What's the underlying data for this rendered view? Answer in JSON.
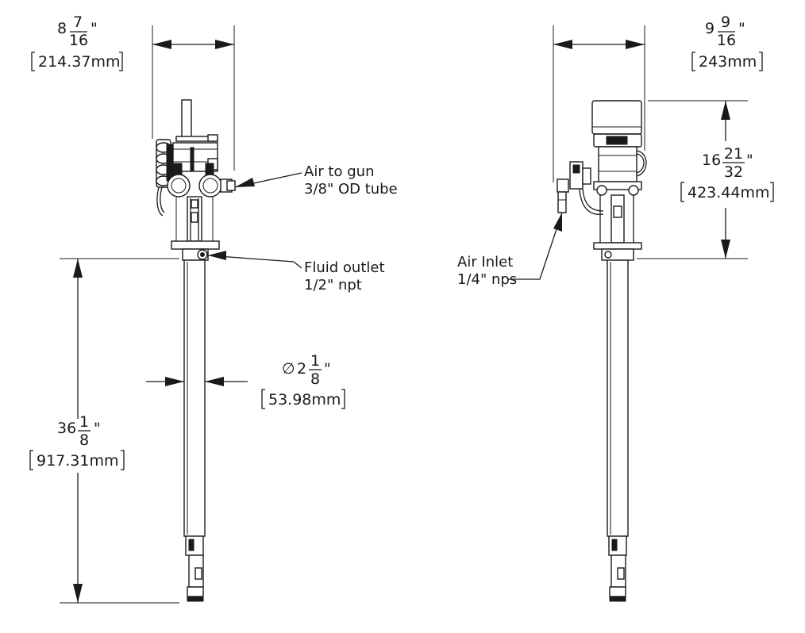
{
  "dimensions": {
    "left_width": {
      "whole": "8",
      "num": "7",
      "den": "16",
      "unit": "\"",
      "metric": "214.37mm"
    },
    "right_width": {
      "whole": "9",
      "num": "9",
      "den": "16",
      "unit": "\"",
      "metric": "243mm"
    },
    "right_height": {
      "whole": "16",
      "num": "21",
      "den": "32",
      "unit": "\"",
      "metric": "423.44mm"
    },
    "tube_diameter": {
      "symbol": "∅",
      "whole": "2",
      "num": "1",
      "den": "8",
      "unit": "\"",
      "metric": "53.98mm"
    },
    "tube_length": {
      "whole": "36",
      "num": "1",
      "den": "8",
      "unit": "\"",
      "metric": "917.31mm"
    }
  },
  "callouts": {
    "air_to_gun": {
      "line1": "Air to gun",
      "line2": "3/8\" OD tube"
    },
    "fluid_outlet": {
      "line1": "Fluid outlet",
      "line2": "1/2\" npt"
    },
    "air_inlet": {
      "line1": "Air Inlet",
      "line2": "1/4\" nps"
    }
  }
}
